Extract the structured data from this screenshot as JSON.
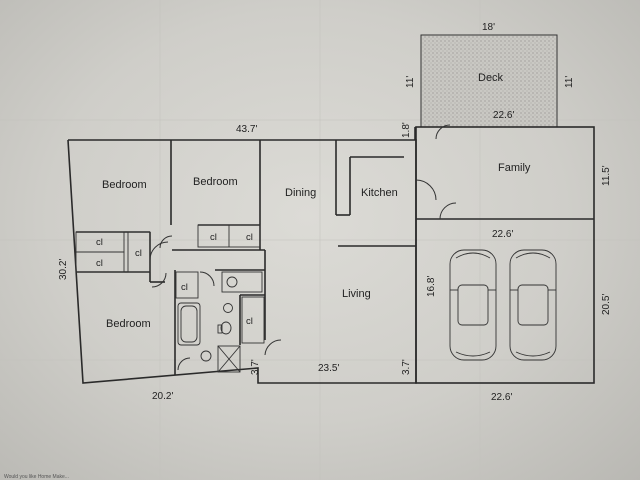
{
  "plan": {
    "rooms": {
      "deck": "Deck",
      "family": "Family",
      "kitchen": "Kitchen",
      "dining": "Dining",
      "living": "Living",
      "bedroom_1": "Bedroom",
      "bedroom_2": "Bedroom",
      "bedroom_3": "Bedroom"
    },
    "closet_label": "cl",
    "dimensions": {
      "deck_width": "18'",
      "deck_left_height": "11'",
      "deck_right_height": "11'",
      "deck_bottom": "22.6'",
      "house_top": "43.7'",
      "step": "1.8'",
      "family_height": "11.5'",
      "garage_top": "22.6'",
      "garage_height": "16.8'",
      "garage_right": "20.5'",
      "garage_bottom": "22.6'",
      "house_left": "30.2'",
      "bedroom_bottom": "20.2'",
      "living_bottom": "23.5'",
      "bath_offset": "3.7'",
      "living_offset": "3.7'"
    },
    "footer_text": "Would you like Home Make..."
  }
}
